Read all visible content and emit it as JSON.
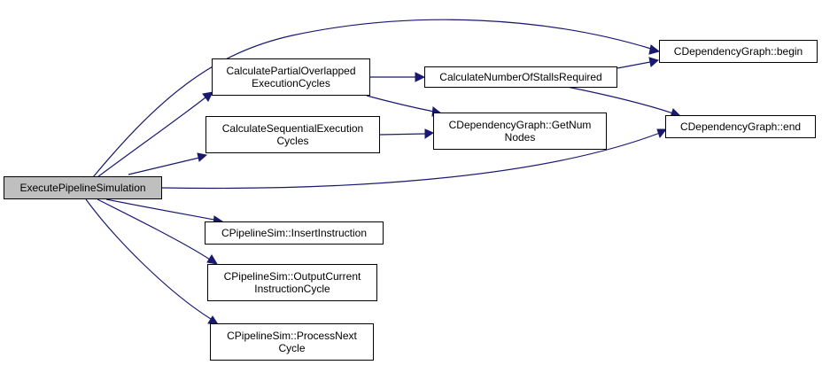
{
  "graph": {
    "colors": {
      "edge": "#191970",
      "root_fill": "#bfbfbf",
      "node_fill": "#ffffff",
      "border": "#000000"
    },
    "nodes": {
      "root": "ExecutePipelineSimulation",
      "partial": "CalculatePartialOverlapped\nExecutionCycles",
      "sequential": "CalculateSequentialExecution\nCycles",
      "stalls": "CalculateNumberOfStallsRequired",
      "getnum": "CDependencyGraph::GetNum\nNodes",
      "begin": "CDependencyGraph::begin",
      "end": "CDependencyGraph::end",
      "insert": "CPipelineSim::InsertInstruction",
      "output": "CPipelineSim::OutputCurrent\nInstructionCycle",
      "process": "CPipelineSim::ProcessNext\nCycle"
    }
  }
}
